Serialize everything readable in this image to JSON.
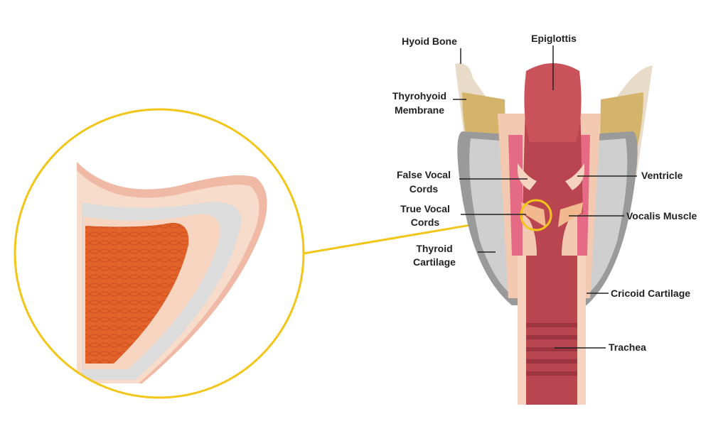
{
  "title": "Larynx anatomy with true vocal cord cross-section",
  "labels": {
    "hyoid_bone": "Hyoid Bone",
    "epiglottis": "Epiglottis",
    "thyrohyoid_1": "Thyrohyoid",
    "thyrohyoid_2": "Membrane",
    "false_vocal_1": "False Vocal",
    "false_vocal_2": "Cords",
    "true_vocal_1": "True Vocal",
    "true_vocal_2": "Cords",
    "thyroid_1": "Thyroid",
    "thyroid_2": "Cartilage",
    "ventricle": "Ventricle",
    "vocalis": "Vocalis Muscle",
    "cricoid": "Cricoid Cartilage",
    "trachea": "Trachea"
  },
  "colors": {
    "highlight": "#f2c618",
    "muscle": "#e0602a",
    "mucosa": "#f6d3bf",
    "cartilage": "#c9c9c9",
    "tissue": "#b8454f"
  }
}
